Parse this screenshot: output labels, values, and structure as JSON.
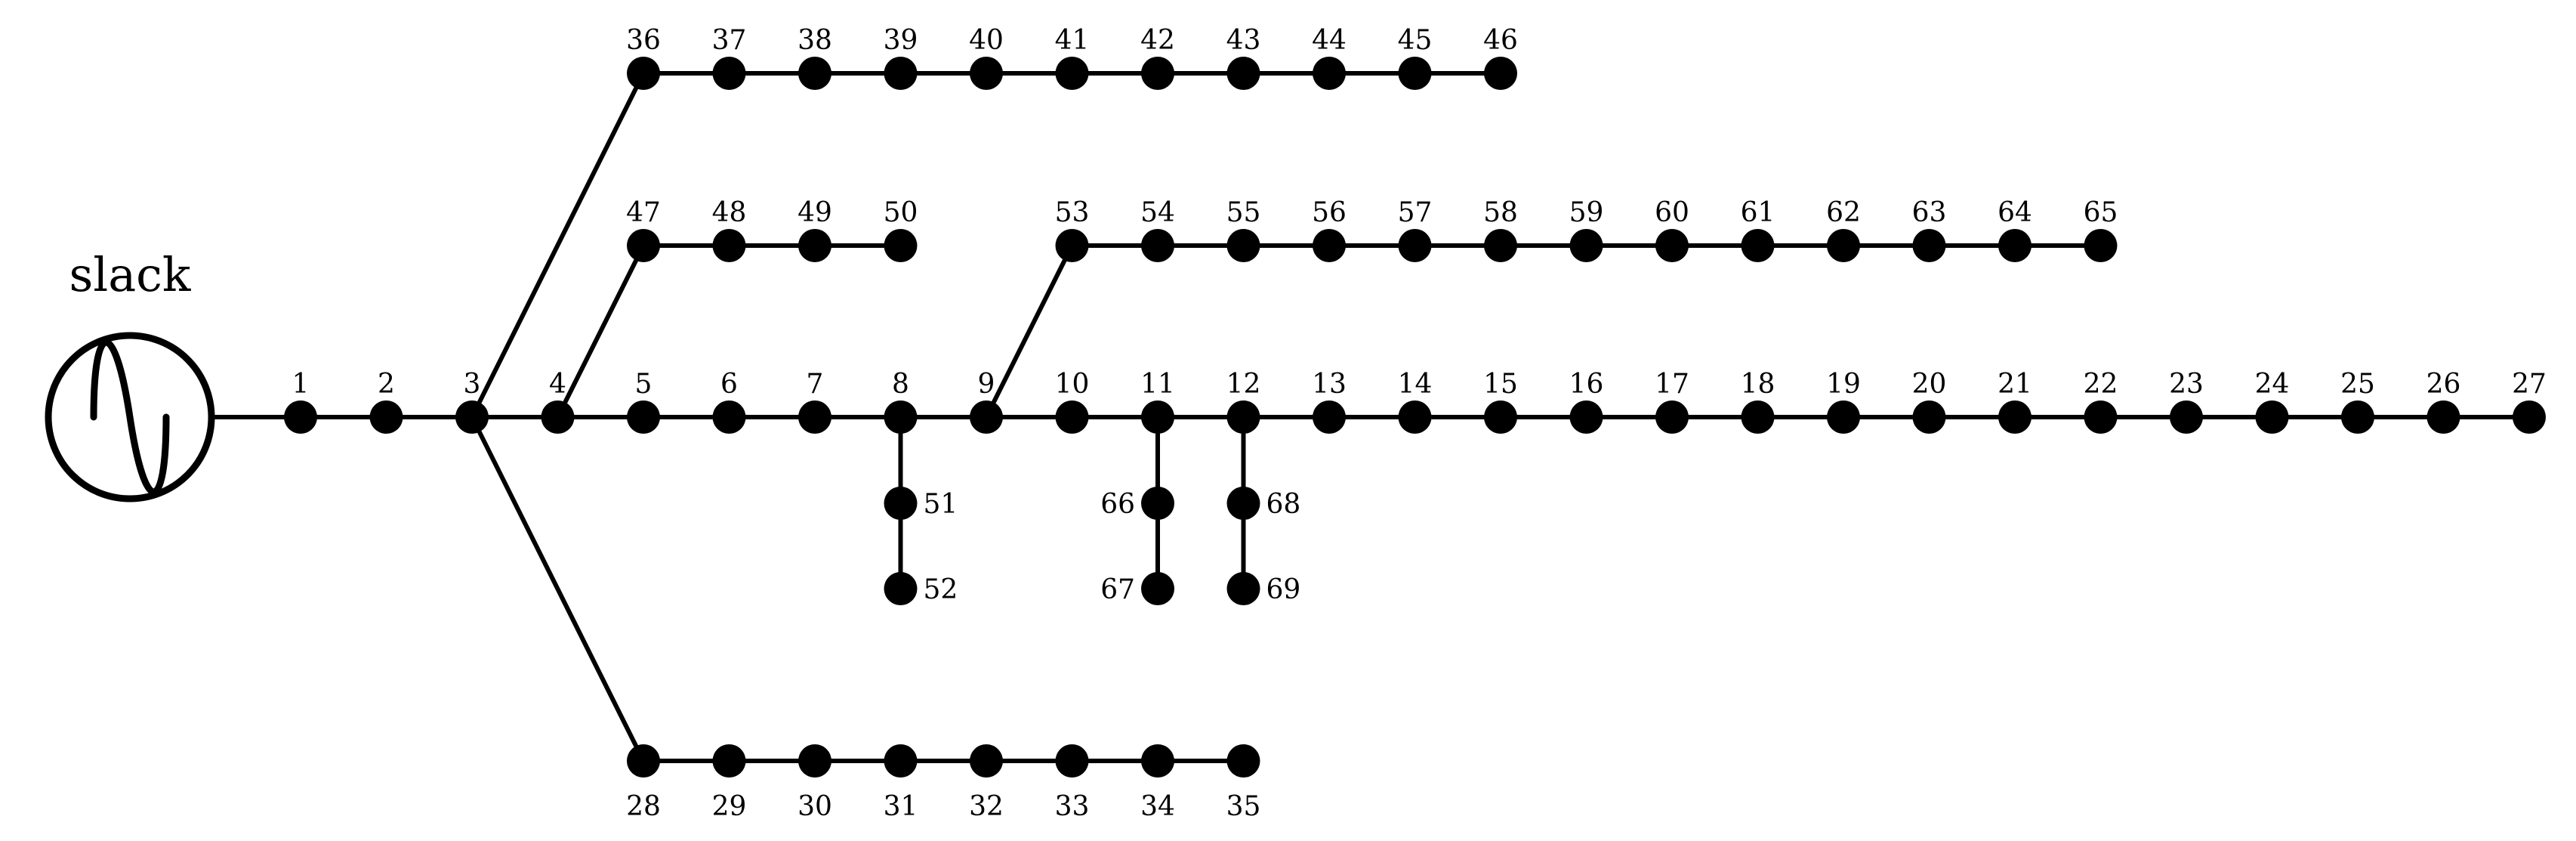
{
  "source": {
    "label": "slack",
    "icon": "ac-sine-source-icon"
  },
  "colors": {
    "line": "#000000",
    "node": "#000000",
    "background": "#ffffff"
  },
  "buses": [
    "1",
    "2",
    "3",
    "4",
    "5",
    "6",
    "7",
    "8",
    "9",
    "10",
    "11",
    "12",
    "13",
    "14",
    "15",
    "16",
    "17",
    "18",
    "19",
    "20",
    "21",
    "22",
    "23",
    "24",
    "25",
    "26",
    "27",
    "28",
    "29",
    "30",
    "31",
    "32",
    "33",
    "34",
    "35",
    "36",
    "37",
    "38",
    "39",
    "40",
    "41",
    "42",
    "43",
    "44",
    "45",
    "46",
    "47",
    "48",
    "49",
    "50",
    "51",
    "52",
    "53",
    "54",
    "55",
    "56",
    "57",
    "58",
    "59",
    "60",
    "61",
    "62",
    "63",
    "64",
    "65",
    "66",
    "67",
    "68",
    "69"
  ],
  "connections": [
    [
      "slack",
      "1"
    ],
    [
      "1",
      "2"
    ],
    [
      "2",
      "3"
    ],
    [
      "3",
      "4"
    ],
    [
      "4",
      "5"
    ],
    [
      "5",
      "6"
    ],
    [
      "6",
      "7"
    ],
    [
      "7",
      "8"
    ],
    [
      "8",
      "9"
    ],
    [
      "9",
      "10"
    ],
    [
      "10",
      "11"
    ],
    [
      "11",
      "12"
    ],
    [
      "12",
      "13"
    ],
    [
      "13",
      "14"
    ],
    [
      "14",
      "15"
    ],
    [
      "15",
      "16"
    ],
    [
      "16",
      "17"
    ],
    [
      "17",
      "18"
    ],
    [
      "18",
      "19"
    ],
    [
      "19",
      "20"
    ],
    [
      "20",
      "21"
    ],
    [
      "21",
      "22"
    ],
    [
      "22",
      "23"
    ],
    [
      "23",
      "24"
    ],
    [
      "24",
      "25"
    ],
    [
      "25",
      "26"
    ],
    [
      "26",
      "27"
    ],
    [
      "3",
      "28"
    ],
    [
      "28",
      "29"
    ],
    [
      "29",
      "30"
    ],
    [
      "30",
      "31"
    ],
    [
      "31",
      "32"
    ],
    [
      "32",
      "33"
    ],
    [
      "33",
      "34"
    ],
    [
      "34",
      "35"
    ],
    [
      "3",
      "36"
    ],
    [
      "36",
      "37"
    ],
    [
      "37",
      "38"
    ],
    [
      "38",
      "39"
    ],
    [
      "39",
      "40"
    ],
    [
      "40",
      "41"
    ],
    [
      "41",
      "42"
    ],
    [
      "42",
      "43"
    ],
    [
      "43",
      "44"
    ],
    [
      "44",
      "45"
    ],
    [
      "45",
      "46"
    ],
    [
      "4",
      "47"
    ],
    [
      "47",
      "48"
    ],
    [
      "48",
      "49"
    ],
    [
      "49",
      "50"
    ],
    [
      "8",
      "51"
    ],
    [
      "51",
      "52"
    ],
    [
      "9",
      "53"
    ],
    [
      "53",
      "54"
    ],
    [
      "54",
      "55"
    ],
    [
      "55",
      "56"
    ],
    [
      "56",
      "57"
    ],
    [
      "57",
      "58"
    ],
    [
      "58",
      "59"
    ],
    [
      "59",
      "60"
    ],
    [
      "60",
      "61"
    ],
    [
      "61",
      "62"
    ],
    [
      "62",
      "63"
    ],
    [
      "63",
      "64"
    ],
    [
      "64",
      "65"
    ],
    [
      "11",
      "66"
    ],
    [
      "66",
      "67"
    ],
    [
      "12",
      "68"
    ],
    [
      "68",
      "69"
    ]
  ]
}
